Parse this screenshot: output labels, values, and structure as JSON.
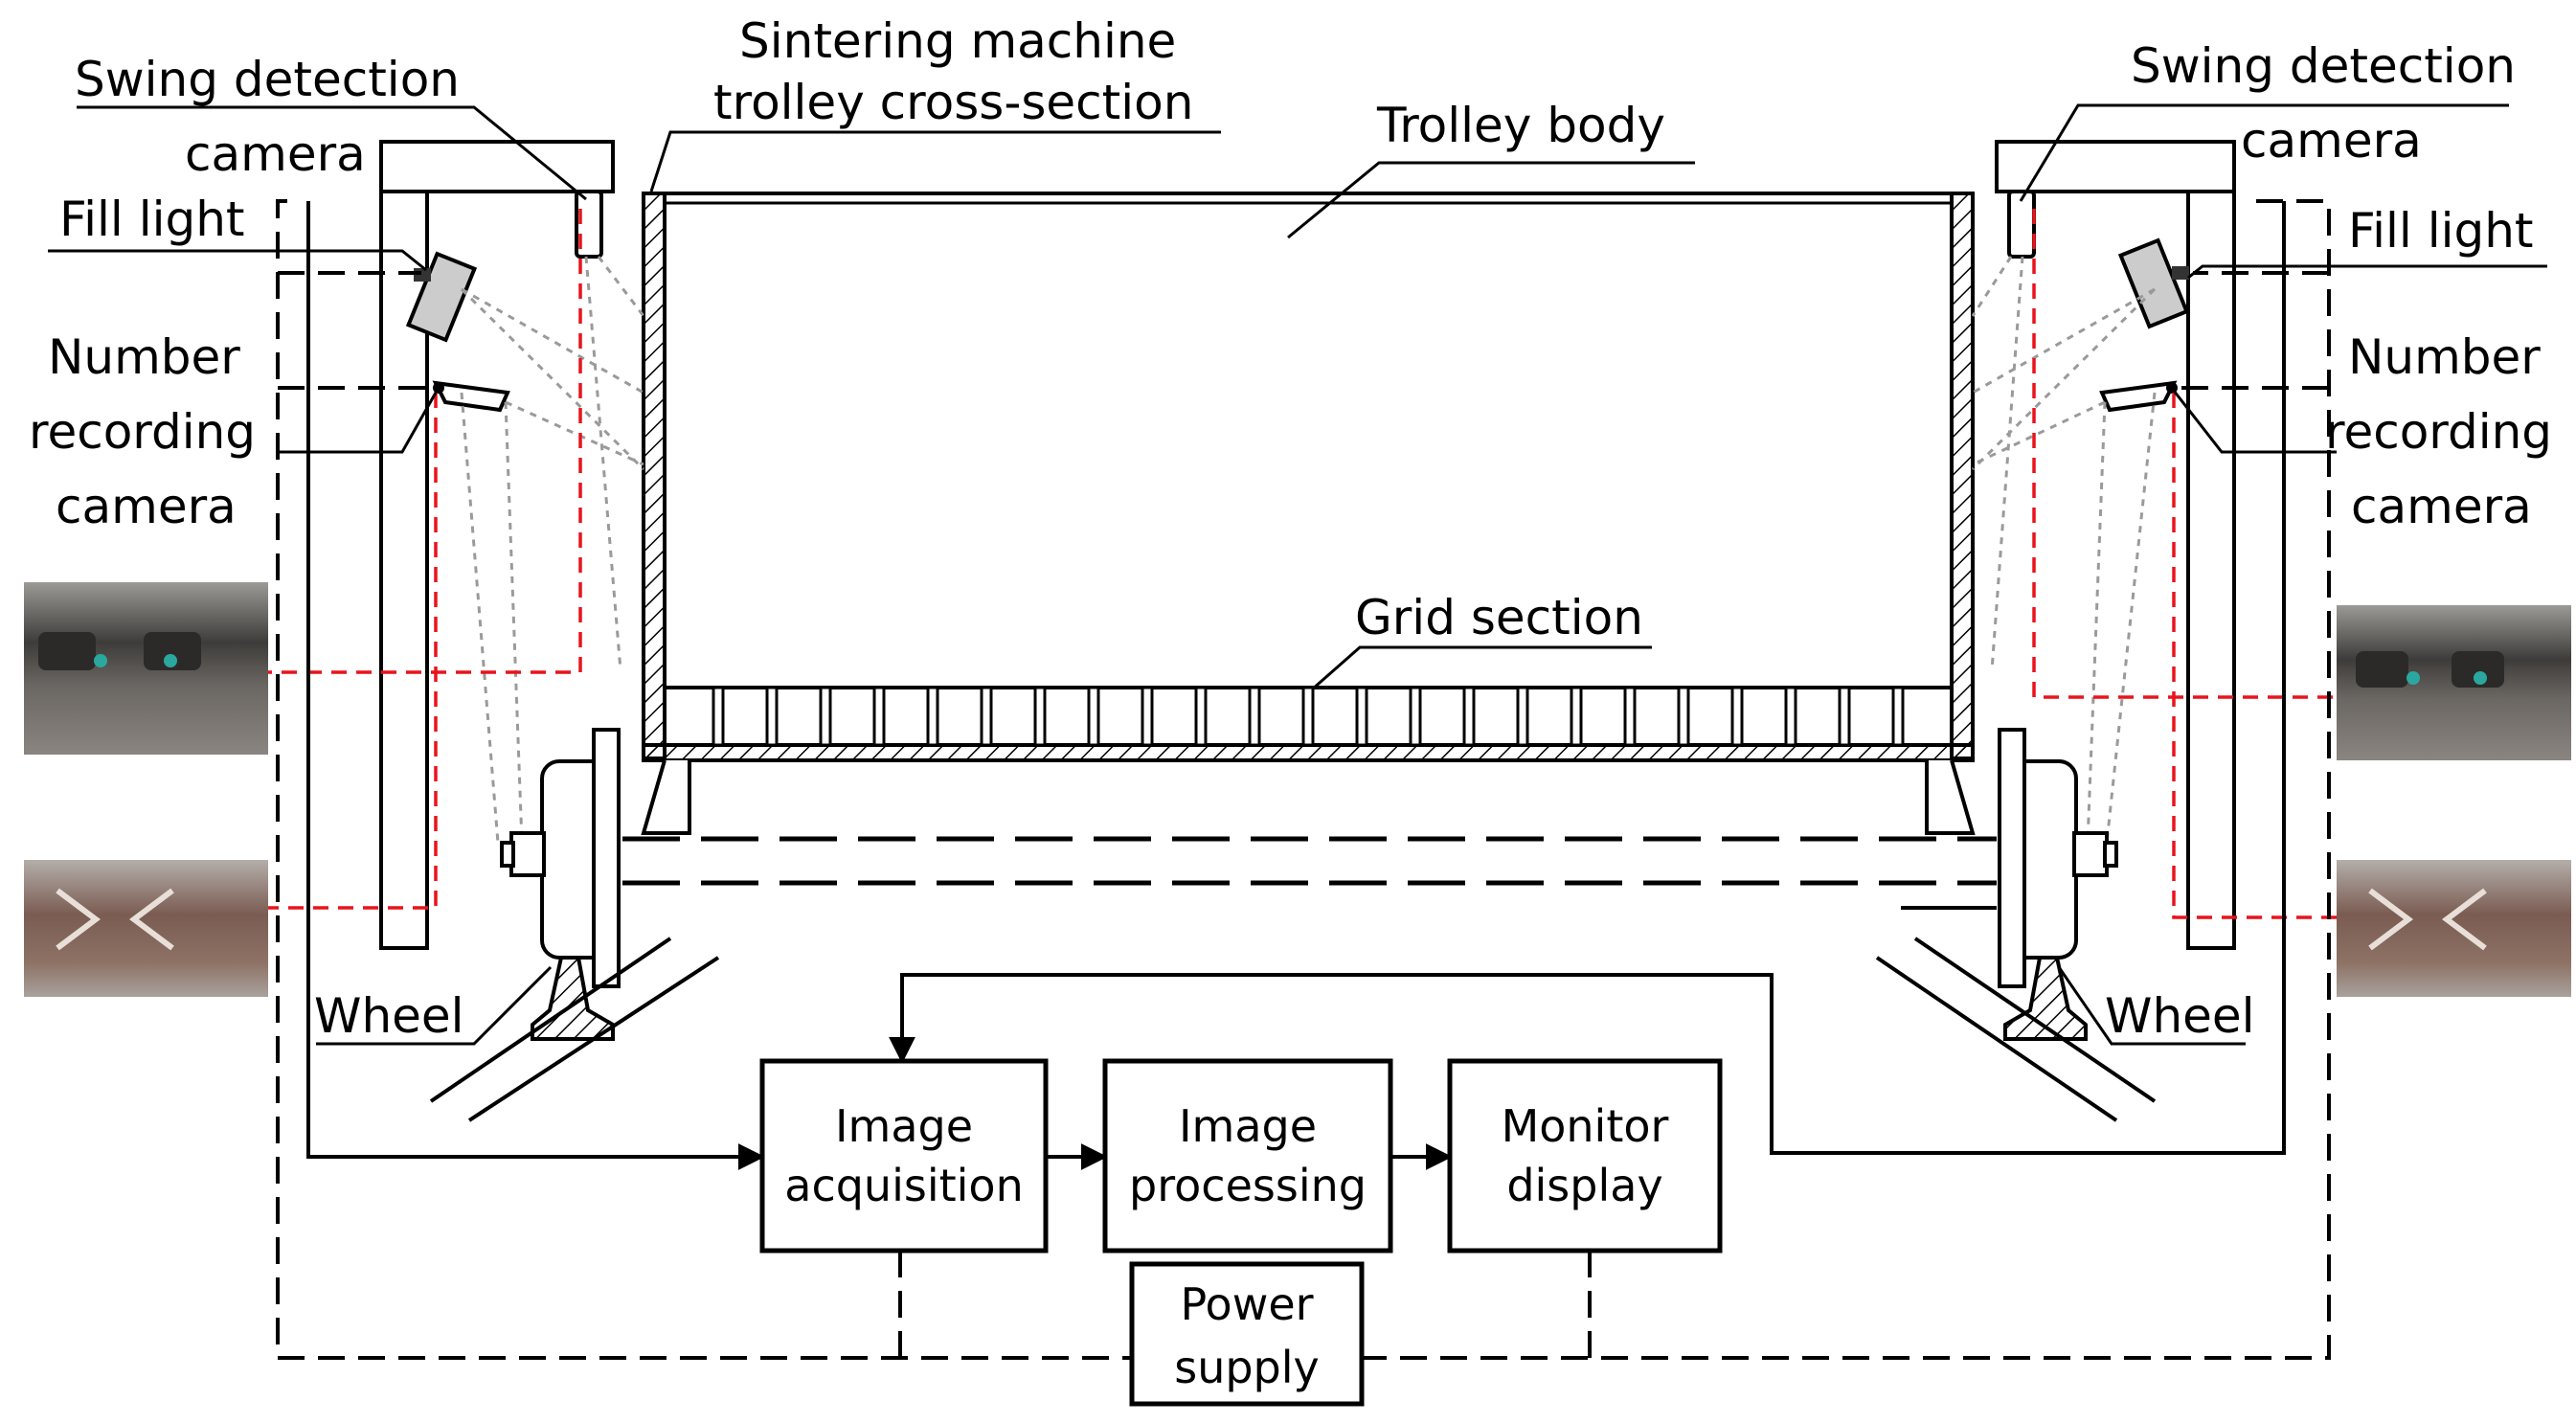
{
  "labels": {
    "swing_detection_camera_left_line1": "Swing detection",
    "swing_detection_camera_left_line2": "camera",
    "fill_light_left": "Fill light",
    "number_recording_camera_left_line1": "Number",
    "number_recording_camera_left_line2": "recording",
    "number_recording_camera_left_line3": "camera",
    "trolley_cross_section_line1": "Sintering machine",
    "trolley_cross_section_line2": "trolley cross-section",
    "trolley_body": "Trolley body",
    "swing_detection_camera_right_line1": "Swing detection",
    "swing_detection_camera_right_line2": "camera",
    "fill_light_right": "Fill light",
    "number_recording_camera_right_line1": "Number",
    "number_recording_camera_right_line2": "recording",
    "number_recording_camera_right_line3": "camera",
    "grid_section": "Grid section",
    "wheel_left": "Wheel",
    "wheel_right": "Wheel"
  },
  "blocks": {
    "image_acquisition_line1": "Image",
    "image_acquisition_line2": "acquisition",
    "image_processing_line1": "Image",
    "image_processing_line2": "processing",
    "monitor_display_line1": "Monitor",
    "monitor_display_line2": "display",
    "power_supply_line1": "Power",
    "power_supply_line2": "supply"
  },
  "colors": {
    "line": "#000000",
    "camera_axis": "#e8141c",
    "field_of_view": "#9a9a9a",
    "photo_dark": "#4a4844",
    "photo_rust": "#8a6a5e"
  }
}
